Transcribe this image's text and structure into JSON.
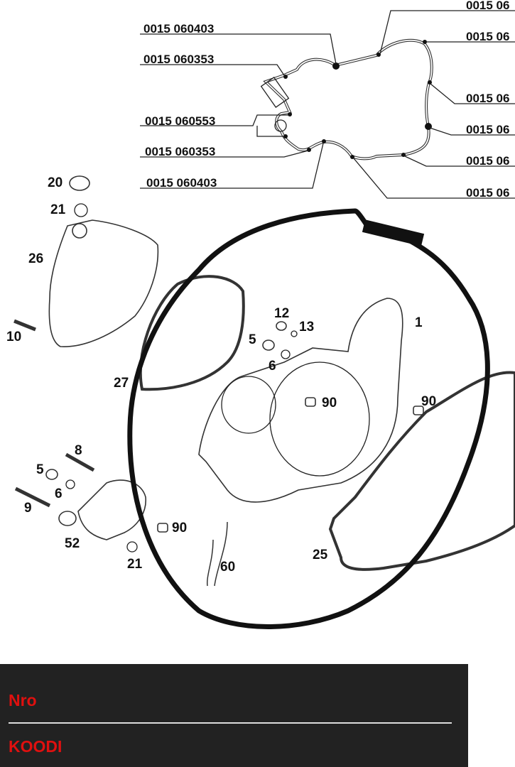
{
  "callouts_left": [
    "0015 060403",
    "0015 060353",
    "0015 060553",
    "0015 060353",
    "0015 060403"
  ],
  "callouts_right": [
    "0015 06",
    "0015 06",
    "0015 06",
    "0015 06",
    "0015 06",
    "0015 06"
  ],
  "part_numbers": [
    "20",
    "21",
    "26",
    "10",
    "27",
    "12",
    "13",
    "5",
    "6",
    "1",
    "90",
    "90",
    "8",
    "5",
    "6",
    "9",
    "52",
    "90",
    "21",
    "60",
    "25"
  ],
  "table": {
    "rows": [
      "Nro",
      "KOODI"
    ],
    "label_color": "#e0100f",
    "background": "#222222"
  }
}
